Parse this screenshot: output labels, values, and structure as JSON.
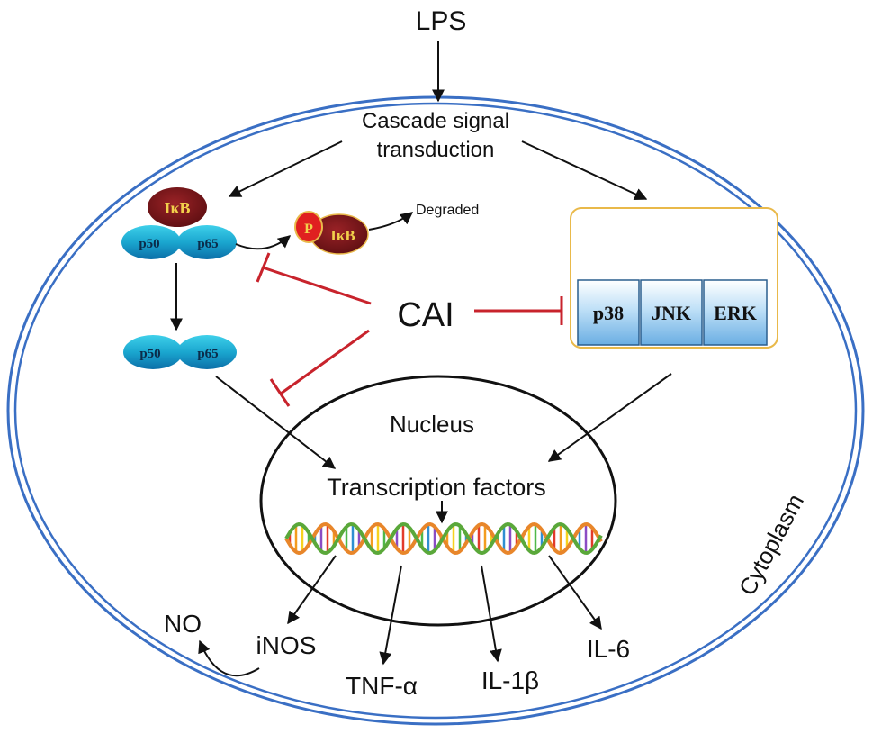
{
  "labels": {
    "lps": "LPS",
    "cascade_line1": "Cascade signal",
    "cascade_line2": "transduction",
    "degraded": "Degraded",
    "cai": "CAI",
    "nucleus": "Nucleus",
    "transcription_factors": "Transcription factors",
    "cytoplasm": "Cytoplasm",
    "no": "NO",
    "inos": "iNOS",
    "tnf": "TNF-α",
    "il1b": "IL-1β",
    "il6": "IL-6"
  },
  "proteins": {
    "ikb": "IκB",
    "p50": "p50",
    "p65": "p65",
    "p": "P",
    "p38": "p38",
    "jnk": "JNK",
    "erk": "ERK"
  },
  "colors": {
    "membrane": "#3a6fc4",
    "inhibition": "#c8232c",
    "ikb_fill": "#7a1518",
    "ikb_text": "#f2d04b",
    "nfkb_fill": "#1aa6cf",
    "phospho": "#e02020",
    "mapk_box_border": "#e9b94a",
    "kinase_fill": "#8ec3ea"
  }
}
